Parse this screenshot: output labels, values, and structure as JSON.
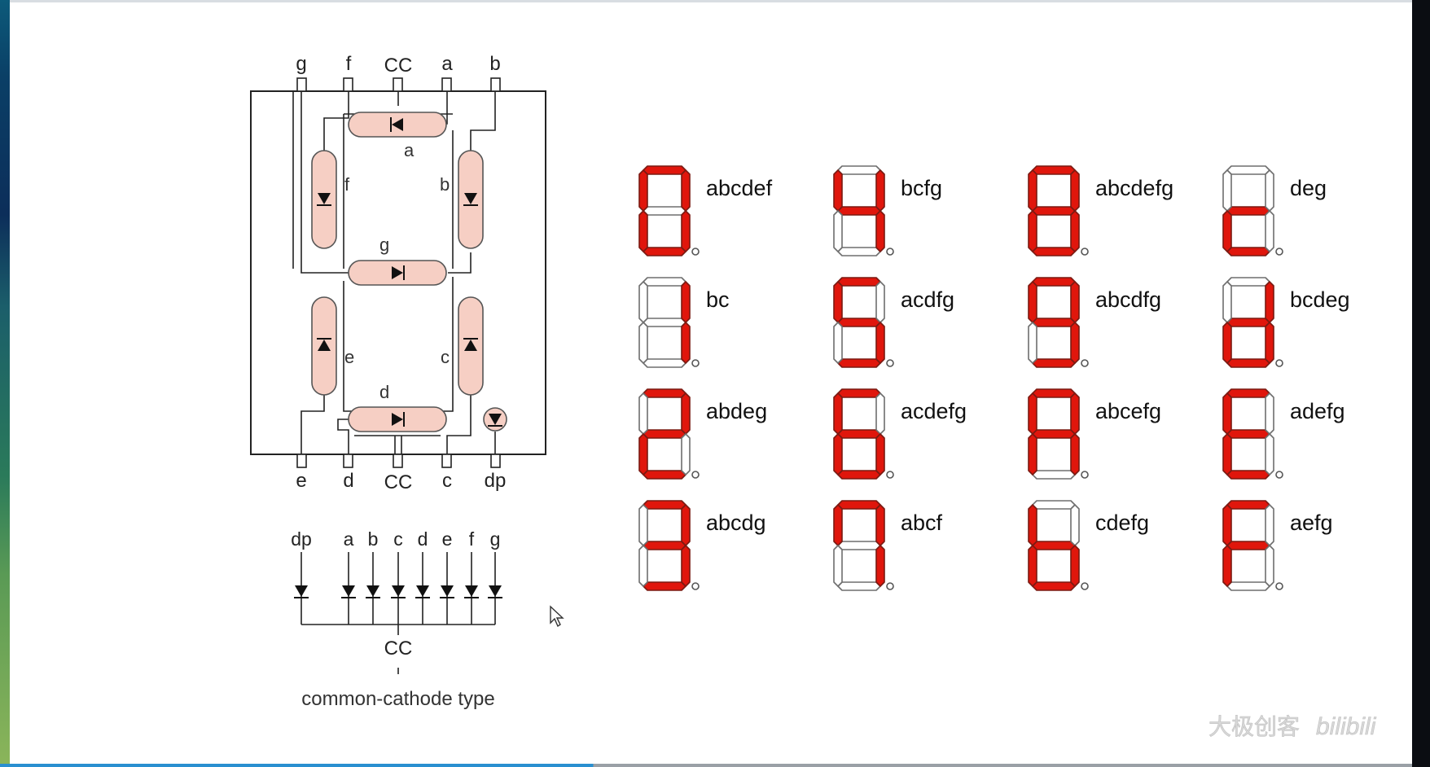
{
  "circuit": {
    "top_pins": [
      "g",
      "f",
      "CC",
      "a",
      "b"
    ],
    "bottom_pins": [
      "e",
      "d",
      "CC",
      "c",
      "dp"
    ],
    "segment_labels": {
      "a": "a",
      "b": "b",
      "c": "c",
      "d": "d",
      "e": "e",
      "f": "f",
      "g": "g"
    }
  },
  "schematic": {
    "pins": [
      "dp",
      "a",
      "b",
      "c",
      "d",
      "e",
      "f",
      "g"
    ],
    "common": "CC",
    "caption": "common-cathode type"
  },
  "displays": [
    {
      "label": "abcdef",
      "on": "abcdef"
    },
    {
      "label": "bcfg",
      "on": "bcfg"
    },
    {
      "label": "abcdefg",
      "on": "abcdefg"
    },
    {
      "label": "deg",
      "on": "deg"
    },
    {
      "label": "bc",
      "on": "bc"
    },
    {
      "label": "acdfg",
      "on": "acdfg"
    },
    {
      "label": "abcdfg",
      "on": "abcdfg"
    },
    {
      "label": "bcdeg",
      "on": "bcdeg"
    },
    {
      "label": "abdeg",
      "on": "abdeg"
    },
    {
      "label": "acdefg",
      "on": "acdefg"
    },
    {
      "label": "abcefg",
      "on": "abcefg"
    },
    {
      "label": "adefg",
      "on": "adefg"
    },
    {
      "label": "abcdg",
      "on": "abcdg"
    },
    {
      "label": "abcf",
      "on": "abcf"
    },
    {
      "label": "cdefg",
      "on": "cdefg"
    },
    {
      "label": "aefg",
      "on": "aefg"
    }
  ],
  "colors": {
    "segment_on": "#e0160c",
    "segment_off": "#ffffff",
    "segment_outline": "#6e6e6e",
    "led_body": "#f6cfc4"
  },
  "watermark": {
    "text": "大极创客",
    "brand": "bilibili"
  }
}
